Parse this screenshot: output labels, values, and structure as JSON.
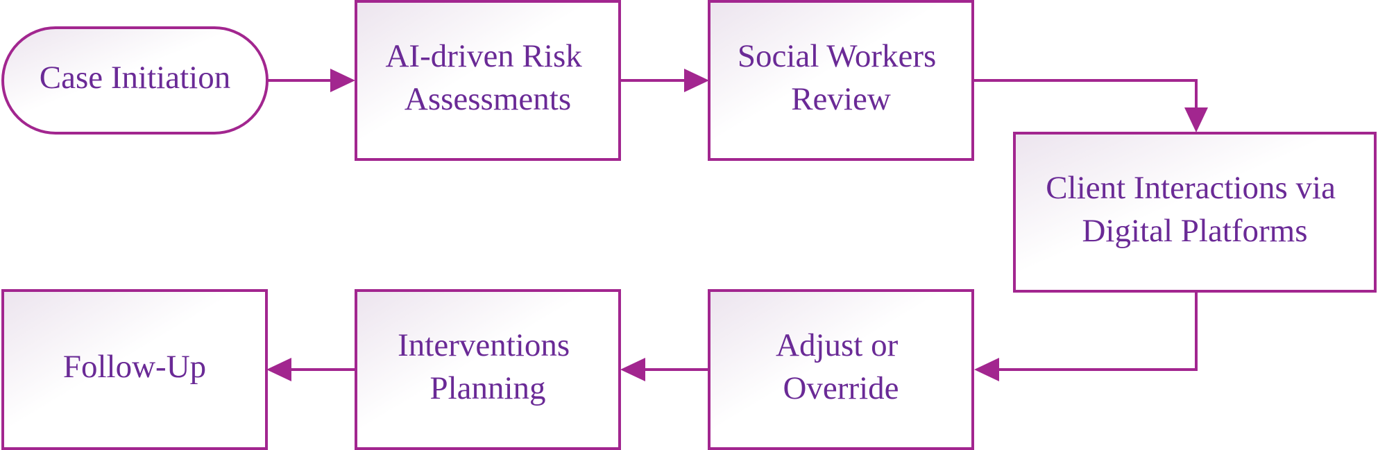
{
  "colors": {
    "stroke": "#a2268f",
    "text": "#6a2a96",
    "fill_light": "#ffffff",
    "fill_shade": "#ece4ee"
  },
  "nodes": {
    "case_initiation": {
      "lines": [
        "Case Initiation"
      ],
      "shape": "terminal"
    },
    "ai_risk": {
      "lines": [
        "AI-driven Risk",
        "Assessments"
      ],
      "shape": "process"
    },
    "social_review": {
      "lines": [
        "Social Workers",
        "Review"
      ],
      "shape": "process"
    },
    "client_interactions": {
      "lines": [
        "Client Interactions via",
        "Digital Platforms"
      ],
      "shape": "process"
    },
    "adjust_override": {
      "lines": [
        "Adjust or",
        "Override"
      ],
      "shape": "process"
    },
    "interventions": {
      "lines": [
        "Interventions",
        "Planning"
      ],
      "shape": "process"
    },
    "follow_up": {
      "lines": [
        "Follow-Up"
      ],
      "shape": "process"
    }
  },
  "edges": [
    {
      "from": "case_initiation",
      "to": "ai_risk"
    },
    {
      "from": "ai_risk",
      "to": "social_review"
    },
    {
      "from": "social_review",
      "to": "client_interactions"
    },
    {
      "from": "client_interactions",
      "to": "adjust_override"
    },
    {
      "from": "adjust_override",
      "to": "interventions"
    },
    {
      "from": "interventions",
      "to": "follow_up"
    }
  ]
}
